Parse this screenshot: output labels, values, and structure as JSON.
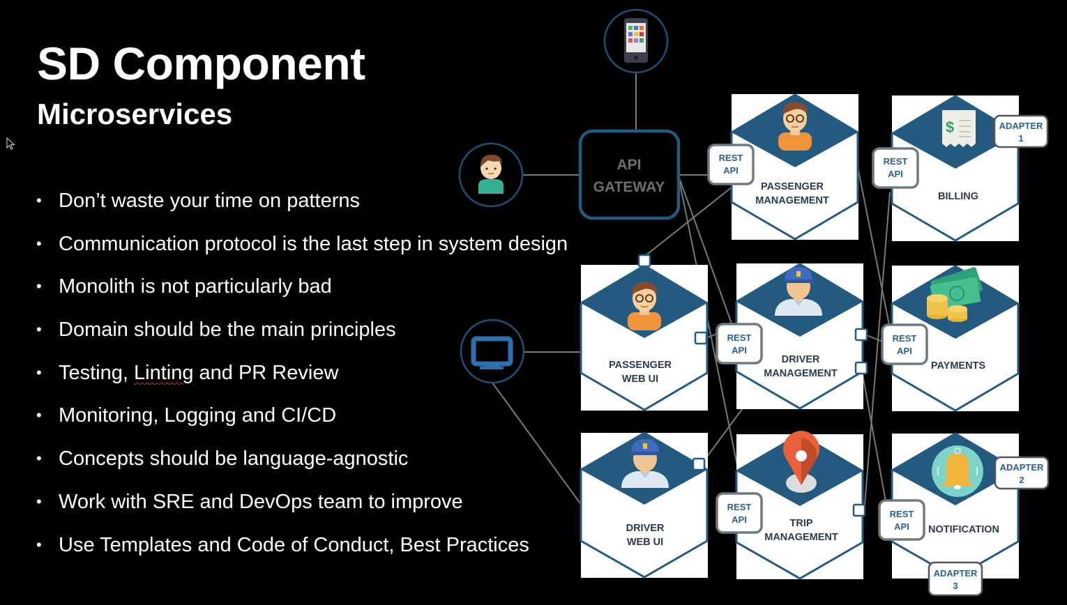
{
  "slide": {
    "title": "SD Component",
    "subtitle": "Microservices",
    "bullets": [
      {
        "text": "Don’t waste your time on patterns"
      },
      {
        "text": "Communication protocol is the last step in system design"
      },
      {
        "text": "Monolith is not particularly bad"
      },
      {
        "text": "Domain should be the main principles"
      },
      {
        "pre": "Testing, ",
        "flagged": "Linting",
        "post": " and PR Review"
      },
      {
        "text": "Monitoring, Logging and CI/CD"
      },
      {
        "text": "Concepts should be language-agnostic"
      },
      {
        "text": "Work with SRE and DevOps team to improve"
      },
      {
        "text": "Use Templates and Code of Conduct, Best Practices"
      }
    ],
    "bullet_glyph": "•"
  },
  "diagram": {
    "gateway": {
      "line1": "API",
      "line2": "GATEWAY"
    },
    "clients": [
      {
        "name": "mobile-app",
        "icon": "smartphone-icon"
      },
      {
        "name": "user",
        "icon": "user-avatar-icon"
      },
      {
        "name": "desktop",
        "icon": "monitor-icon"
      }
    ],
    "services": [
      {
        "id": "passenger-management",
        "line1": "PASSENGER",
        "line2": "MANAGEMENT",
        "icon": "passenger-icon"
      },
      {
        "id": "billing",
        "line1": "BILLING",
        "line2": "",
        "icon": "receipt-icon"
      },
      {
        "id": "passenger-web-ui",
        "line1": "PASSENGER",
        "line2": "WEB UI",
        "icon": "passenger-icon"
      },
      {
        "id": "driver-management",
        "line1": "DRIVER",
        "line2": "MANAGEMENT",
        "icon": "driver-icon"
      },
      {
        "id": "payments",
        "line1": "PAYMENTS",
        "line2": "",
        "icon": "money-icon"
      },
      {
        "id": "driver-web-ui",
        "line1": "DRIVER",
        "line2": "WEB UI",
        "icon": "driver-icon"
      },
      {
        "id": "trip-management",
        "line1": "TRIP",
        "line2": "MANAGEMENT",
        "icon": "map-pin-icon"
      },
      {
        "id": "notification",
        "line1": "NOTIFICATION",
        "line2": "",
        "icon": "bell-icon"
      }
    ],
    "rest_api": {
      "line1": "REST",
      "line2": "API"
    },
    "adapters": [
      {
        "line1": "ADAPTER",
        "line2": "1"
      },
      {
        "line1": "ADAPTER",
        "line2": "2"
      },
      {
        "line1": "ADAPTER",
        "line2": "3"
      }
    ],
    "colors": {
      "hex_blue": "#245a80",
      "ring_blue": "#1f4f74",
      "connector": "#7a7a7a",
      "label_dark": "#2a3b4c",
      "rest_text": "#2c5f8a"
    }
  }
}
